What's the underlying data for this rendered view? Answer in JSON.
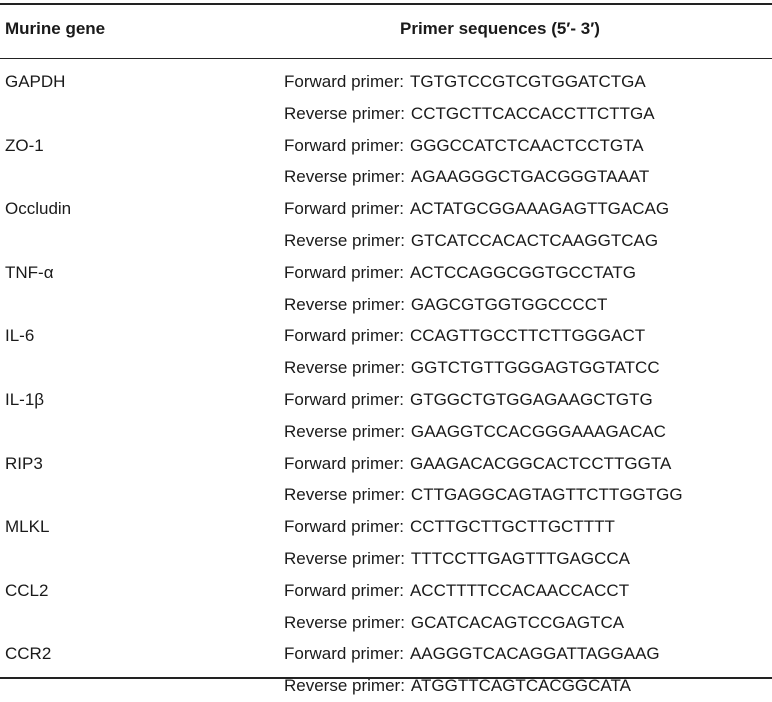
{
  "header": {
    "gene_label": "Murine gene",
    "primer_label": "Primer sequences (5′- 3′)"
  },
  "rows": [
    {
      "gene": "GAPDH",
      "type": "Forward primer:",
      "seq": "TGTGTCCGTCGTGGATCTGA"
    },
    {
      "gene": "",
      "type": "Reverse primer:",
      "seq": "CCTGCTTCACCACCTTCTTGA"
    },
    {
      "gene": "ZO-1",
      "type": "Forward primer:",
      "seq": "GGGCCATCTCAACTCCTGTA"
    },
    {
      "gene": "",
      "type": "Reverse primer:",
      "seq": "AGAAGGGCTGACGGGTAAAT"
    },
    {
      "gene": "Occludin",
      "type": "Forward primer:",
      "seq": "ACTATGCGGAAAGAGTTGACAG"
    },
    {
      "gene": "",
      "type": "Reverse primer:",
      "seq": "GTCATCCACACTCAAGGTCAG"
    },
    {
      "gene": "TNF-α",
      "type": "Forward primer:",
      "seq": "ACTCCAGGCGGTGCCTATG"
    },
    {
      "gene": "",
      "type": "Reverse primer:",
      "seq": "GAGCGTGGTGGCCCCT"
    },
    {
      "gene": "IL-6",
      "type": "Forward primer:",
      "seq": "CCAGTTGCCTTCTTGGGACT"
    },
    {
      "gene": "",
      "type": "Reverse primer:",
      "seq": "GGTCTGTTGGGAGTGGTATCC"
    },
    {
      "gene": "IL-1β",
      "type": "Forward primer:",
      "seq": "GTGGCTGTGGAGAAGCTGTG"
    },
    {
      "gene": "",
      "type": "Reverse primer:",
      "seq": "GAAGGTCCACGGGAAAGACAC"
    },
    {
      "gene": "RIP3",
      "type": "Forward primer:",
      "seq": "GAAGACACGGCACTCCTTGGTA"
    },
    {
      "gene": "",
      "type": "Reverse primer:",
      "seq": "CTTGAGGCAGTAGTTCTTGGTGG"
    },
    {
      "gene": "MLKL",
      "type": "Forward primer:",
      "seq": "CCTTGCTTGCTTGCTTTT"
    },
    {
      "gene": "",
      "type": "Reverse primer:",
      "seq": "TTTCCTTGAGTTTGAGCCA"
    },
    {
      "gene": "CCL2",
      "type": "Forward primer:",
      "seq": "ACCTTTTCCACAACCACCT"
    },
    {
      "gene": "",
      "type": "Reverse primer:",
      "seq": "GCATCACAGTCCGAGTCA"
    },
    {
      "gene": "CCR2",
      "type": "Forward primer:",
      "seq": "AAGGGTCACAGGATTAGGAAG"
    },
    {
      "gene": "",
      "type": "Reverse primer:",
      "seq": "ATGGTTCAGTCACGGCATA"
    }
  ]
}
